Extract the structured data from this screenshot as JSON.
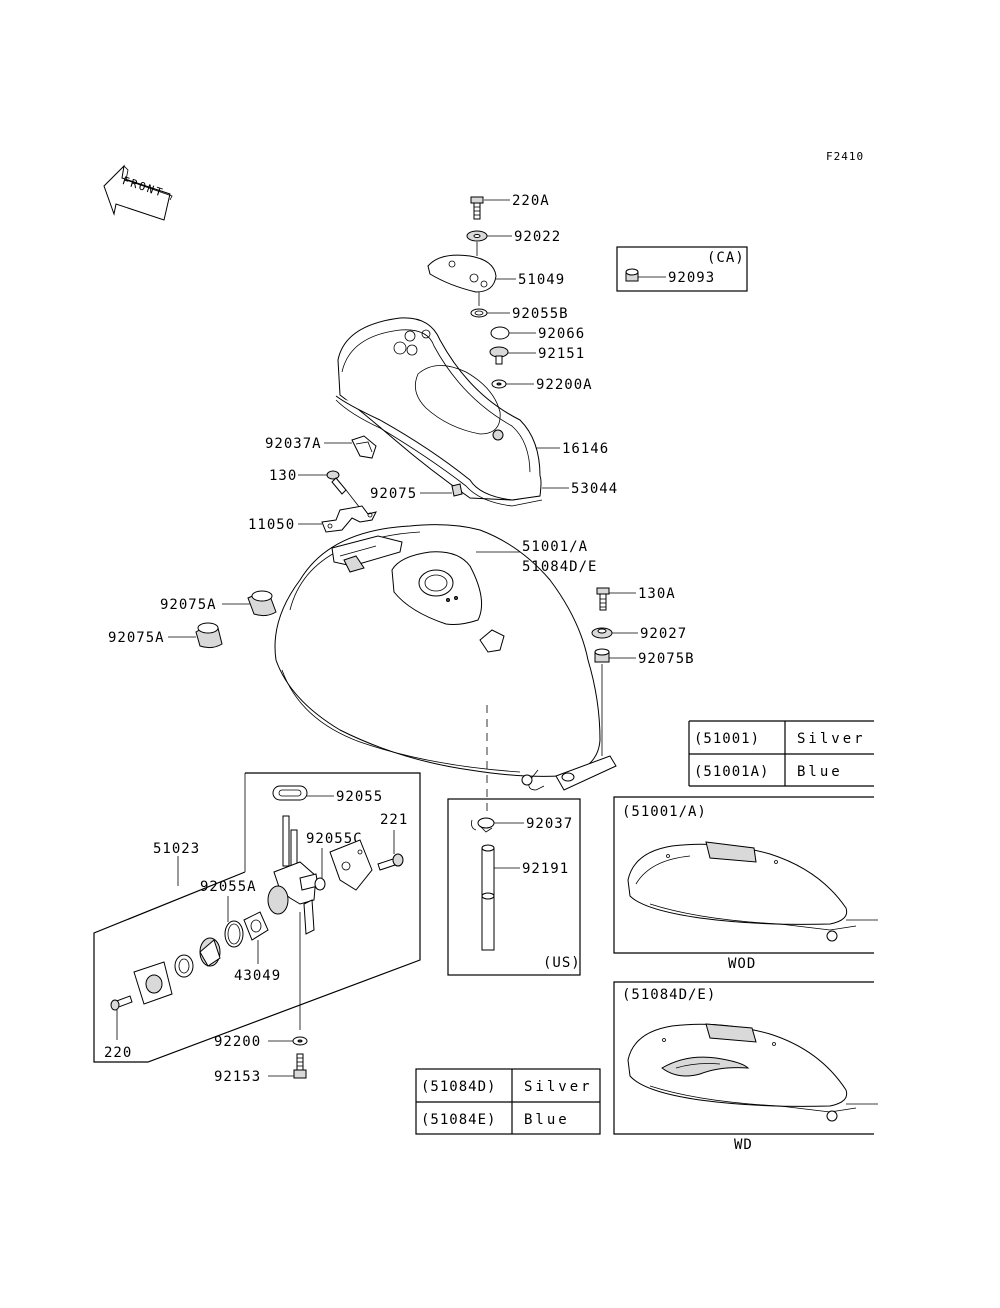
{
  "figure_code": "F2410",
  "front_label": "FRONT",
  "part_labels": {
    "p220A": "220A",
    "p92022": "92022",
    "p51049": "51049",
    "p92055B": "92055B",
    "p92066": "92066",
    "p92151": "92151",
    "p92200A": "92200A",
    "p16146": "16146",
    "p92037A": "92037A",
    "p130": "130",
    "p92075": "92075",
    "p53044": "53044",
    "p11050": "11050",
    "p51001A": "51001/A",
    "p51084DE": "51084D/E",
    "p92075A_1": "92075A",
    "p92075A_2": "92075A",
    "p130A": "130A",
    "p92027": "92027",
    "p92075B": "92075B",
    "p92055": "92055",
    "p51023": "51023",
    "p92055C": "92055C",
    "p221": "221",
    "p92055A": "92055A",
    "p43049": "43049",
    "p220": "220",
    "p92200": "92200",
    "p92153": "92153",
    "p92037": "92037",
    "p92191": "92191",
    "p92093": "92093"
  },
  "ca_box": {
    "region": "(CA)"
  },
  "us_box": {
    "region": "(US)"
  },
  "color_table_1": {
    "rows": [
      {
        "code": "(51001)",
        "color": "Silver"
      },
      {
        "code": "(51001A)",
        "color": "Blue"
      }
    ]
  },
  "color_table_2": {
    "rows": [
      {
        "code": "(51084D)",
        "color": "Silver"
      },
      {
        "code": "(51084E)",
        "color": "Blue"
      }
    ]
  },
  "variant_wod": {
    "code": "(51001/A)",
    "caption": "WOD"
  },
  "variant_wd": {
    "code": "(51084D/E)",
    "caption": "WD"
  }
}
